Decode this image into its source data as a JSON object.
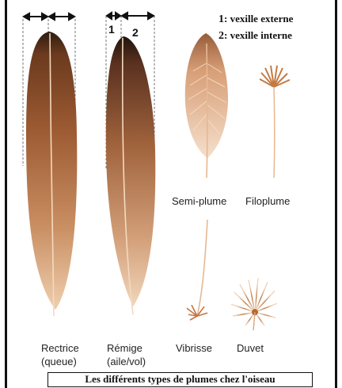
{
  "legend": {
    "item1_num": "1",
    "item1_text": ": vexille externe",
    "item2_num": "2",
    "item2_text": ": vexille interne"
  },
  "tags": {
    "one": "1",
    "two": "2"
  },
  "labels": {
    "rectrice_line1": "Rectrice",
    "rectrice_line2": "(queue)",
    "remige_line1": "Rémige",
    "remige_line2": "(aile/vol)",
    "semiplume": "Semi-plume",
    "filoplume": "Filoplume",
    "vibrisse": "Vibrisse",
    "duvet": "Duvet"
  },
  "caption": "Les différents types de plumes chez l'oiseau",
  "colors": {
    "feather_dark": "#3a2418",
    "feather_mid": "#9a5a34",
    "feather_light": "#e8c2a0",
    "rachis": "#f6dcc4"
  }
}
